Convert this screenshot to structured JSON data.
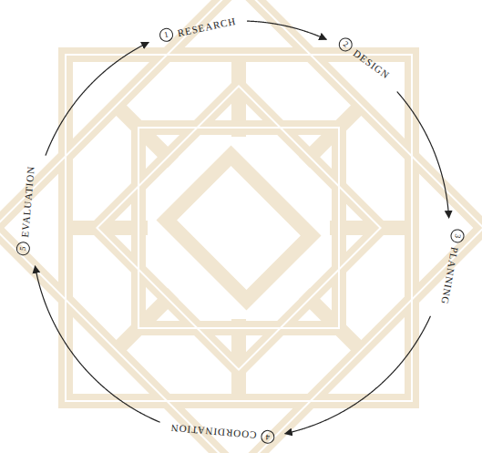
{
  "diagram": {
    "nodes": [
      {
        "text": [
          "1",
          "RESEARCH"
        ]
      },
      {
        "text": [
          "2",
          "DESIGN"
        ]
      },
      {
        "text": [
          "3",
          "PLANNING"
        ]
      },
      {
        "text": [
          "4",
          "COORDINATION"
        ]
      },
      {
        "text": [
          "5",
          "EVALUATION"
        ]
      }
    ],
    "edges": [
      {
        "from": 0,
        "to": 1,
        "arrow": "to"
      },
      {
        "from": 1,
        "to": 2,
        "arrow": "to"
      },
      {
        "from": 2,
        "to": 3,
        "arrow": "to"
      },
      {
        "from": 3,
        "to": 4,
        "arrow": "to"
      },
      {
        "from": 4,
        "to": 0,
        "arrow": "to"
      }
    ]
  }
}
